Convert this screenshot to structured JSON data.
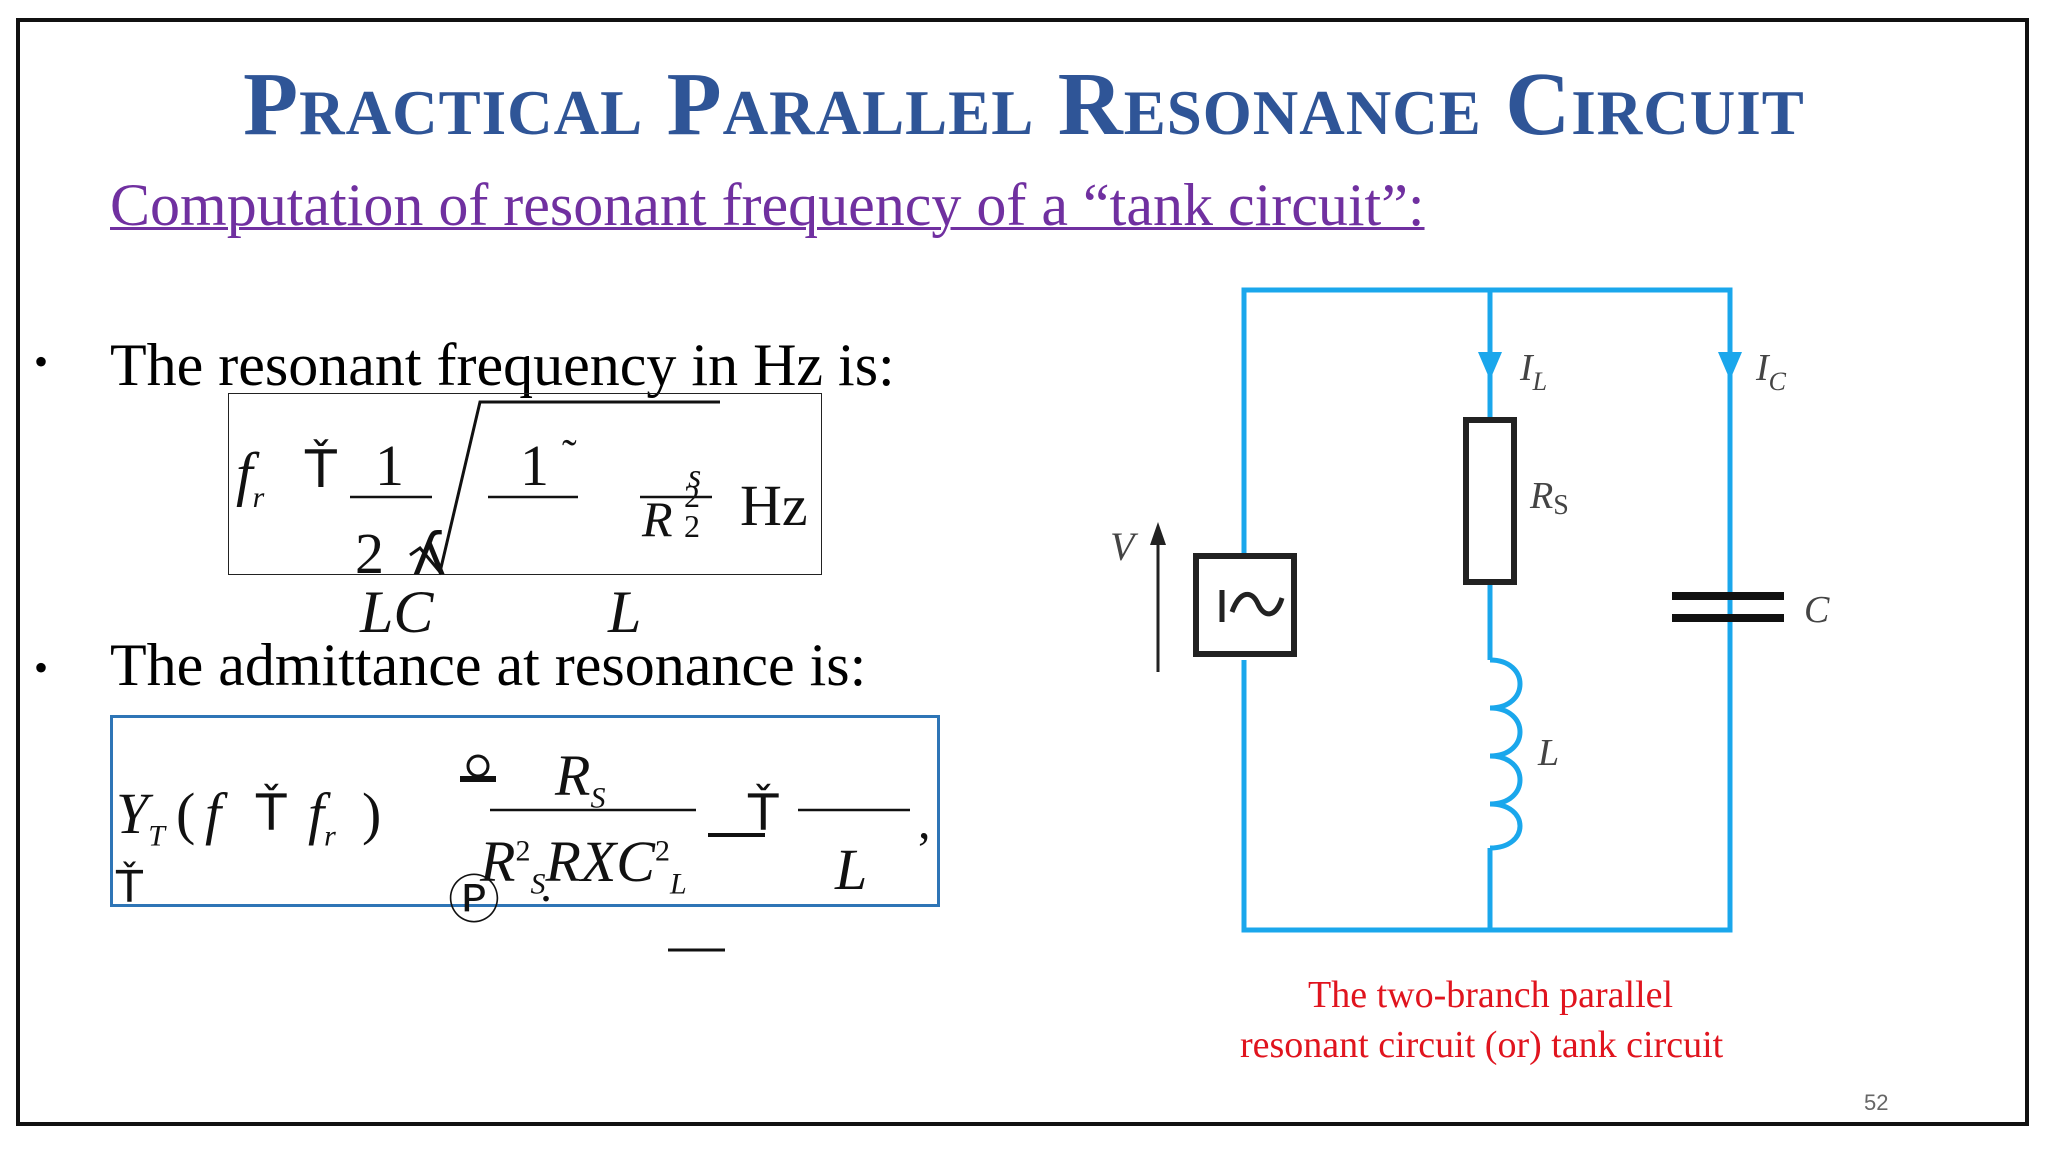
{
  "slide": {
    "title": "Practical Parallel Resonance Circuit",
    "subtitle": "Computation of resonant frequency of a “tank circuit”:",
    "page_number": "52"
  },
  "bullets": [
    {
      "text": "The resonant frequency in Hz is:"
    },
    {
      "text": "The admittance at resonance is:"
    }
  ],
  "equation1": {
    "f": "f",
    "r_sub": "r",
    "eq_glyph": "Ť",
    "one_a": "1",
    "two": "2",
    "pi_glyph": "ʎ",
    "one_b": "1",
    "tilde": "˜",
    "s_sup": "s",
    "r2": "R",
    "two_sub": "2",
    "two_sup": "2",
    "unit": "Hz",
    "lc": "LC",
    "l": "L"
  },
  "equation2": {
    "y": "Y",
    "t_sub": "T",
    "open_paren": "(",
    "f1": "f",
    "eq1": "Ť",
    "f2": "f",
    "r_sub": "r",
    "close_paren": ")",
    "eq_lead": "Ť",
    "num_r": "R",
    "num_s": "S",
    "den_r": "R",
    "den_sup2": "2",
    "den_s": "S",
    "den_rest": "RXC",
    "den_sup2b": "2",
    "den_l": "L",
    "eq3": "Ť",
    "l": "L",
    "comma": ",",
    "circled_p": "Ⓟ",
    "dot": "."
  },
  "circuit": {
    "label_v": "V",
    "label_il": "I",
    "label_il_sub": "L",
    "label_ic": "I",
    "label_ic_sub": "C",
    "label_rs": "R",
    "label_rs_sub": "S",
    "label_l": "L",
    "label_c": "C",
    "wire_color": "#1aa7ec",
    "caption": "The two-branch parallel resonant circuit (or) tank circuit"
  }
}
